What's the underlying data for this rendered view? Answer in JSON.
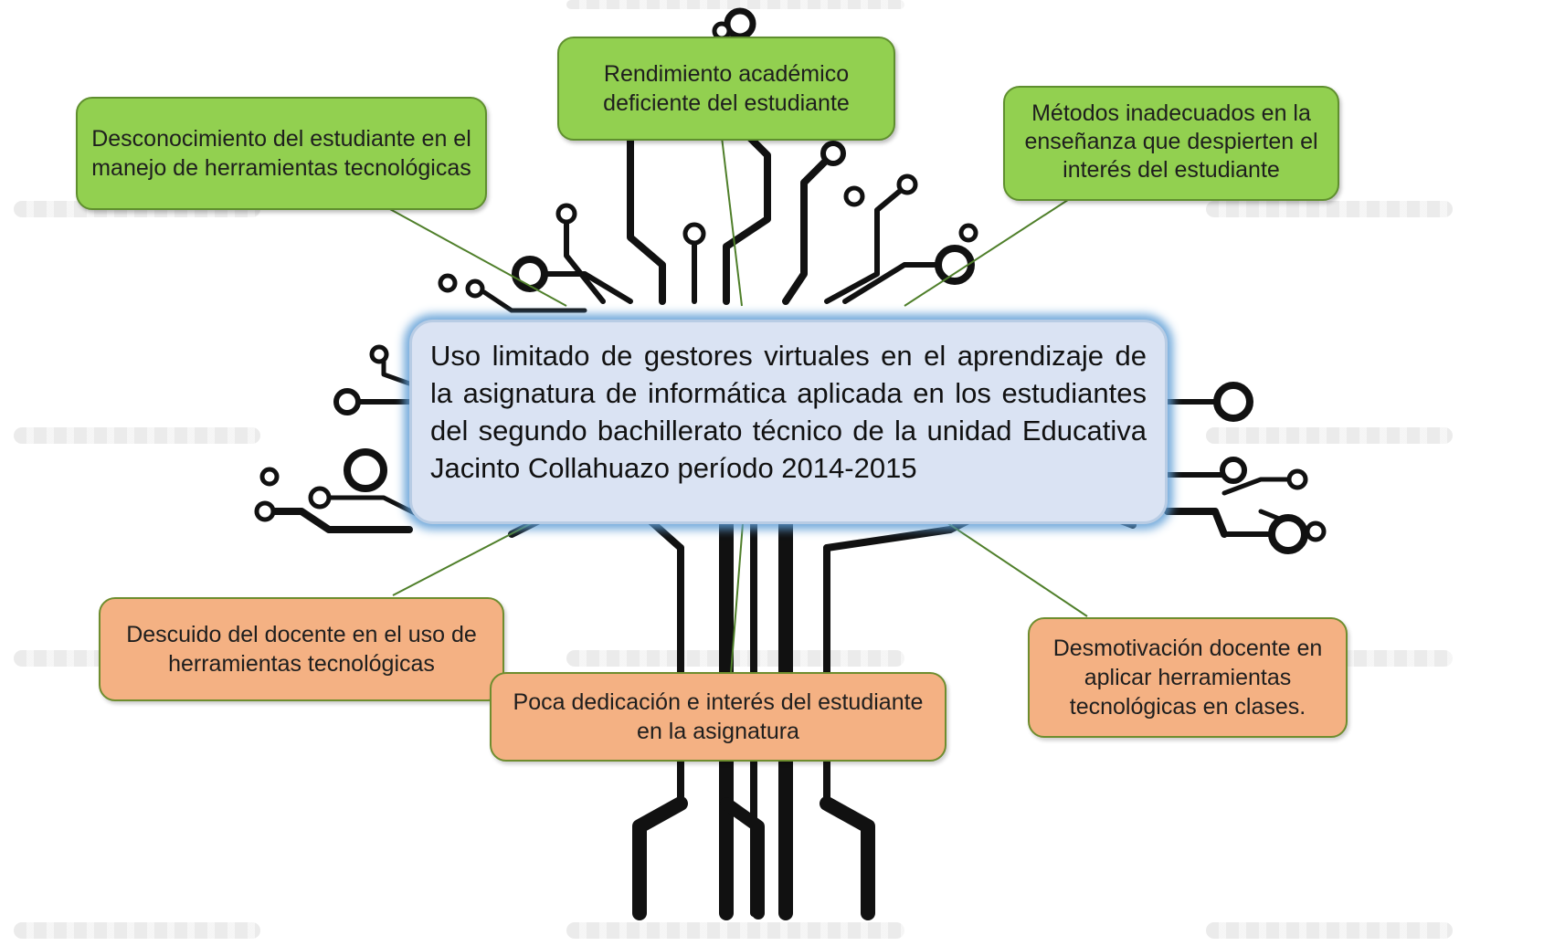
{
  "diagram": {
    "center_problem": "Uso limitado de gestores virtuales en el aprendizaje de la asignatura de informática aplicada en los estudiantes del segundo bachillerato técnico de la unidad Educativa Jacinto Collahuazo período 2014-2015",
    "effects": [
      {
        "id": "effect-1",
        "text": "Desconocimiento del estudiante en el manejo de herramientas tecnológicas"
      },
      {
        "id": "effect-2",
        "text": "Rendimiento académico deficiente del estudiante"
      },
      {
        "id": "effect-3",
        "text": "Métodos inadecuados en la enseñanza que despierten el interés del estudiante"
      }
    ],
    "causes": [
      {
        "id": "cause-1",
        "text": "Descuido del docente en el uso de herramientas tecnológicas"
      },
      {
        "id": "cause-2",
        "text": "Poca dedicación e interés del estudiante en la asignatura"
      },
      {
        "id": "cause-3",
        "text": "Desmotivación docente en aplicar herramientas tecnológicas en clases."
      }
    ],
    "colors": {
      "effect_fill": "#92d050",
      "cause_fill": "#f4b183",
      "center_fill": "#dae3f3",
      "center_glow": "#5b9bd5",
      "connector": "#4f7f2a",
      "tree_ink": "#111111"
    }
  }
}
